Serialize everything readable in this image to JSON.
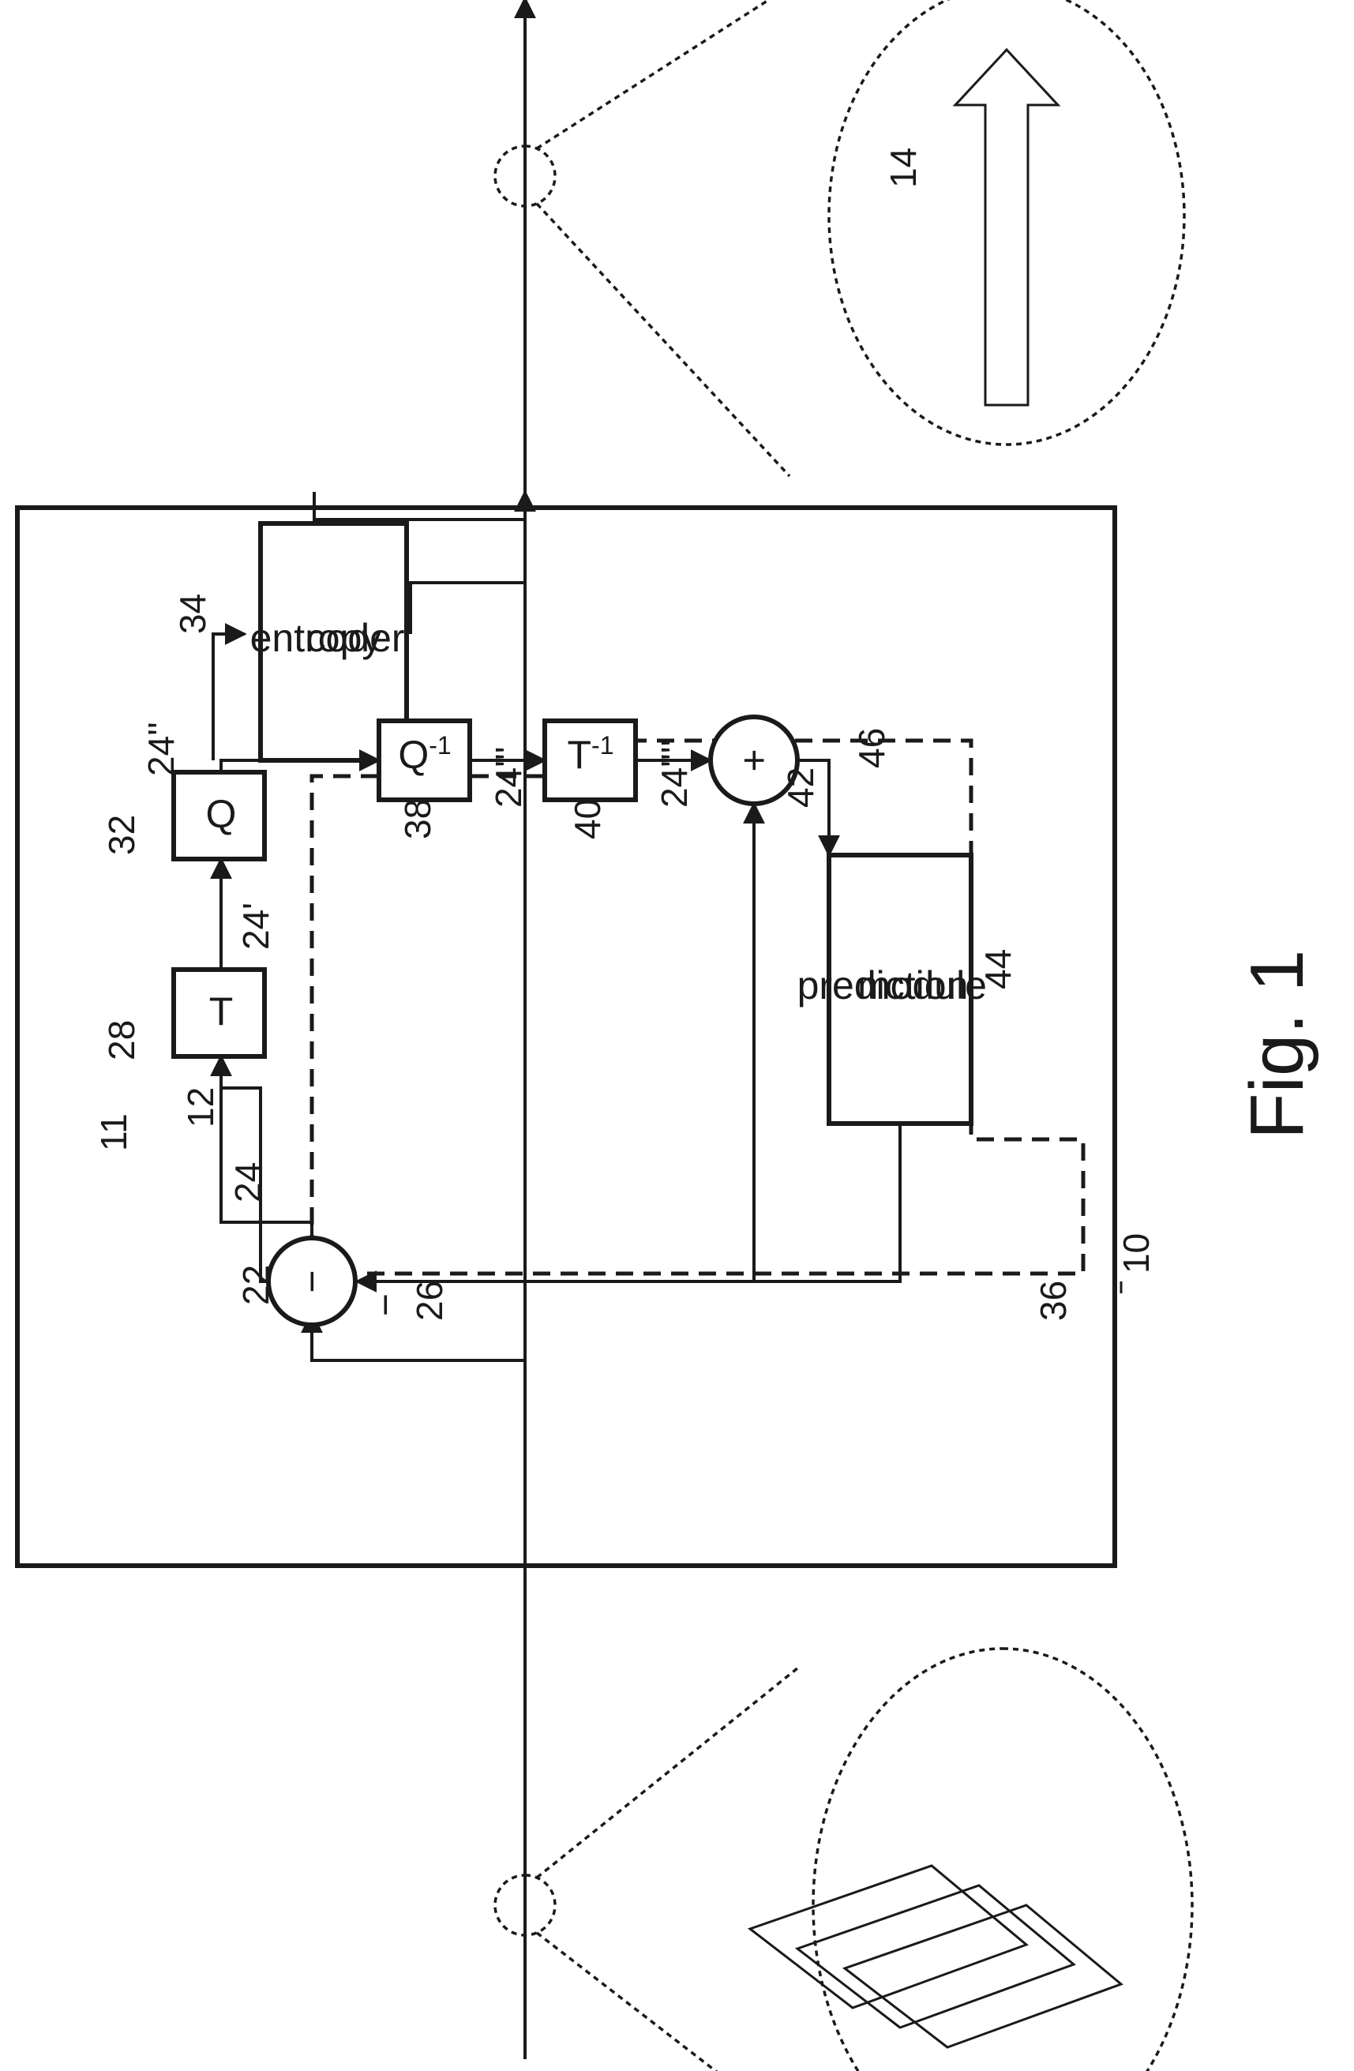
{
  "figure_caption": "Fig. 1",
  "blocks": {
    "transform": "T",
    "quantizer": "Q",
    "dequantizer": "Q",
    "inverse_transform": "T",
    "superscript": "-1",
    "entropy_coder_line1": "entropy",
    "entropy_coder_line2": "coder",
    "prediction_line1": "prediction",
    "prediction_line2": "module",
    "subtractor_sign": "−",
    "adder_sign": "+",
    "minus_input_sign": "−"
  },
  "refs": {
    "encoder": "10",
    "video": "11",
    "picture": "12",
    "data_stream": "14",
    "subtractor": "22",
    "residual": "24",
    "residual_t": "24'",
    "residual_q": "24''",
    "residual_dq": "24'''",
    "residual_rec": "24''''",
    "prediction_signal": "26",
    "transformer": "28",
    "quantizer": "32",
    "entropy_coder": "34",
    "prediction_loop": "36",
    "dequantizer": "38",
    "inverse_transformer": "40",
    "combiner": "42",
    "prediction_module": "44",
    "reconstructed_signal": "46"
  }
}
